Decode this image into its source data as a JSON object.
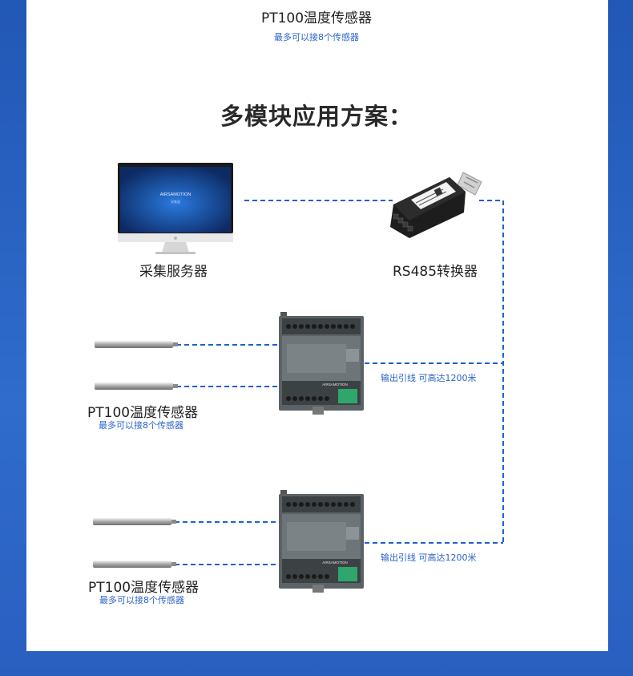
{
  "top": {
    "title": "PT100温度传感器",
    "subtitle": "最多可以接8个传感器"
  },
  "heading": "多模块应用方案：",
  "server": {
    "label": "采集服务器",
    "screen_logo": "AIRSAMOTION",
    "screen_sub": "采集器"
  },
  "converter": {
    "label": "RS485转换器"
  },
  "module_brand": "AIRSAMOTION",
  "groups": [
    {
      "sensor_label": "PT100温度传感器",
      "sensor_sub": "最多可以接8个传感器",
      "line_label": "输出引线 可高达1200米"
    },
    {
      "sensor_label": "PT100温度传感器",
      "sensor_sub": "最多可以接8个传感器",
      "line_label": "输出引线 可高达1200米"
    }
  ],
  "colors": {
    "accent": "#2c63c9",
    "dash": "#1f5fd6",
    "frame": "#2a63bf"
  }
}
